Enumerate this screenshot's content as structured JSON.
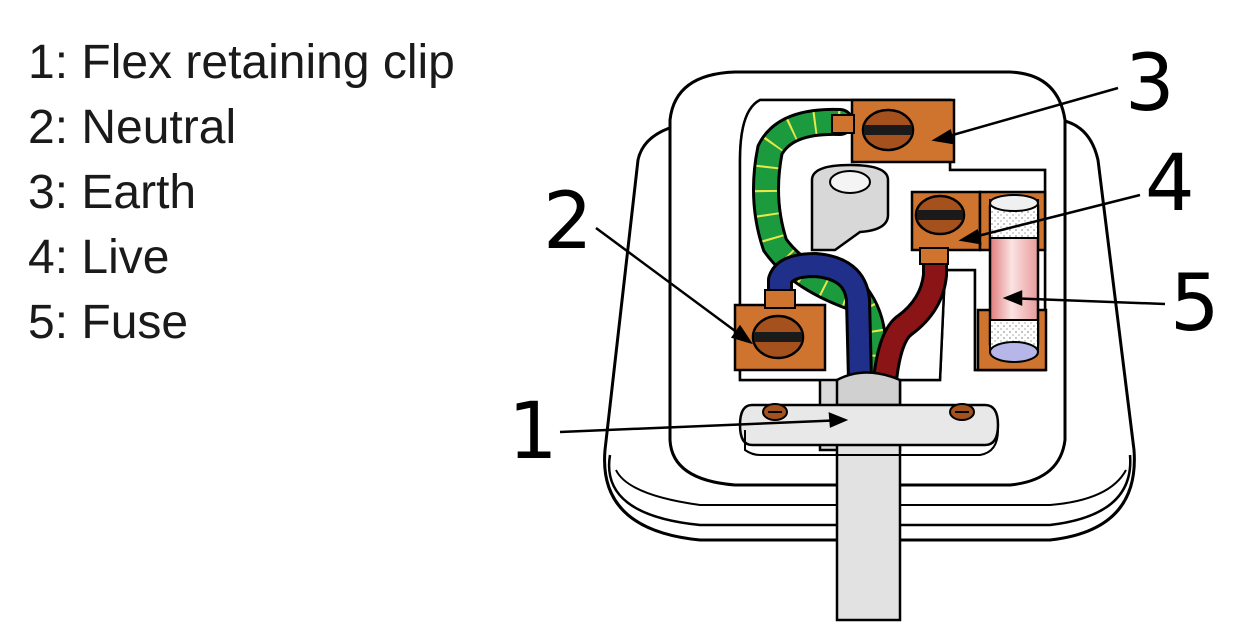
{
  "legend": [
    "1: Flex retaining clip",
    "2: Neutral",
    "3: Earth",
    "4: Live",
    "5: Fuse"
  ],
  "callouts": {
    "n1": "1",
    "n2": "2",
    "n3": "3",
    "n4": "4",
    "n5": "5"
  },
  "colors": {
    "terminal": "#cf742f",
    "earth_wire": "#1c9a3e",
    "earth_stripe": "#e8e84a",
    "neutral_wire": "#1f2f8a",
    "live_wire": "#8b1416",
    "fuse_body": "#f0b4b4",
    "fuse_cap": "#b6b6e8",
    "plug_body": "#ffffff",
    "plug_shadow": "#dcdcdc",
    "outline": "#000000"
  }
}
